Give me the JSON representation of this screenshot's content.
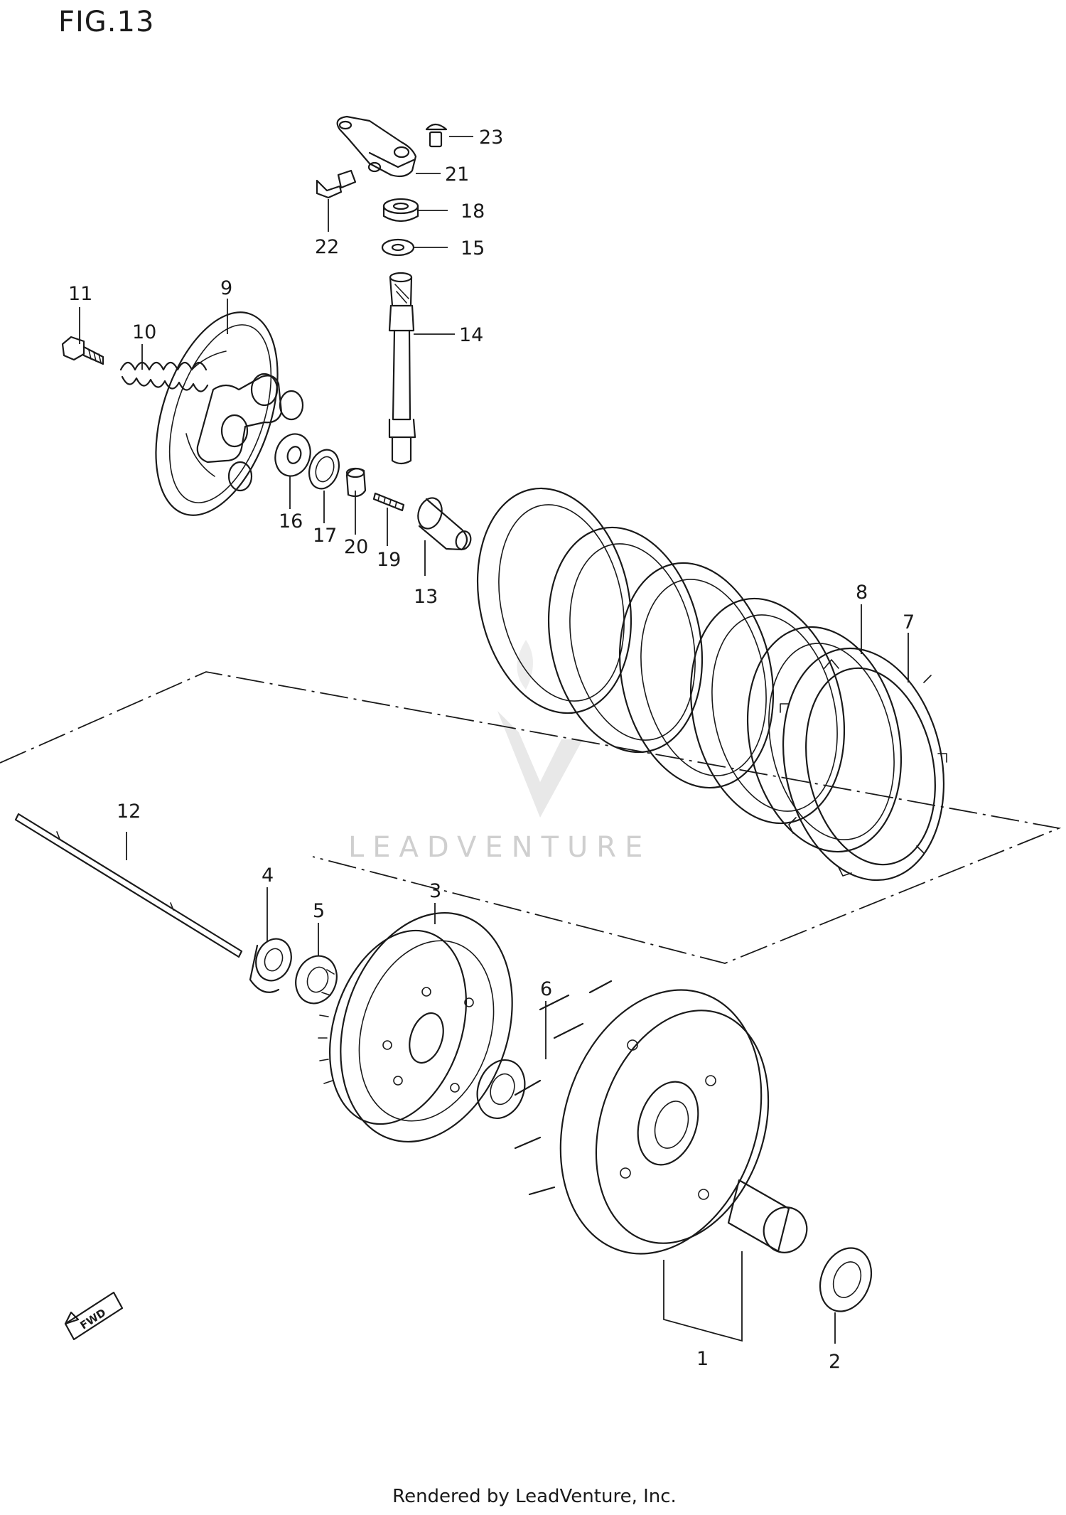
{
  "figure": {
    "title": "FIG.13"
  },
  "watermark": {
    "text": "LEADVENTURE"
  },
  "direction_badge": {
    "text": "FWD"
  },
  "footer": {
    "text": "Rendered by LeadVenture, Inc."
  },
  "callouts": [
    {
      "id": "c23",
      "text": "23"
    },
    {
      "id": "c21",
      "text": "21"
    },
    {
      "id": "c22",
      "text": "22"
    },
    {
      "id": "c18",
      "text": "18"
    },
    {
      "id": "c15",
      "text": "15"
    },
    {
      "id": "c14",
      "text": "14"
    },
    {
      "id": "c11",
      "text": "11"
    },
    {
      "id": "c9",
      "text": "9"
    },
    {
      "id": "c10",
      "text": "10"
    },
    {
      "id": "c16",
      "text": "16"
    },
    {
      "id": "c17",
      "text": "17"
    },
    {
      "id": "c20",
      "text": "20"
    },
    {
      "id": "c19",
      "text": "19"
    },
    {
      "id": "c13",
      "text": "13"
    },
    {
      "id": "c8",
      "text": "8"
    },
    {
      "id": "c7",
      "text": "7"
    },
    {
      "id": "c12",
      "text": "12"
    },
    {
      "id": "c4",
      "text": "4"
    },
    {
      "id": "c5",
      "text": "5"
    },
    {
      "id": "c3",
      "text": "3"
    },
    {
      "id": "c6",
      "text": "6"
    },
    {
      "id": "c1",
      "text": "1"
    },
    {
      "id": "c2",
      "text": "2"
    }
  ]
}
